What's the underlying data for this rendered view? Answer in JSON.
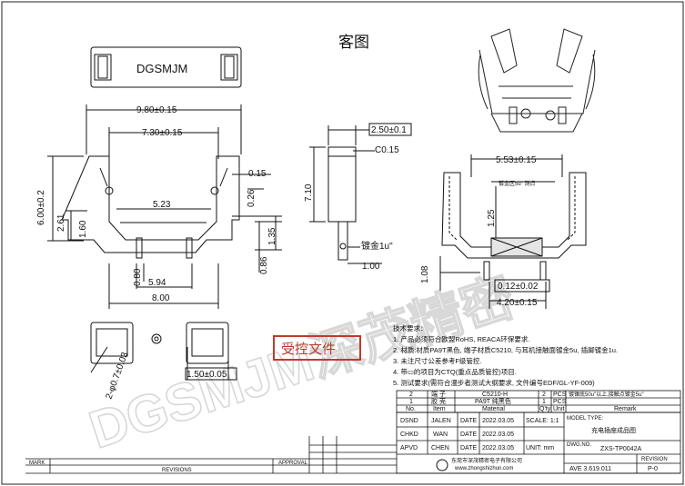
{
  "title": "客图",
  "part_label": "DGSMJM",
  "watermark": "DGSMJM深茂精密",
  "stamp": "受控文件",
  "dimensions": {
    "width_total": "9.80±0.15",
    "width_inner": "7.30±0.15",
    "width_mid": "5.23",
    "height_total": "6.00±0.2",
    "height_left": "2.61",
    "height_small": "1.60",
    "right_015": "0.15",
    "right_026": "0.26",
    "right_135": "1.35",
    "right_086": "0.86",
    "bottom_080": "0.80",
    "bottom_594": "5.94",
    "bottom_800": "8.00",
    "side_250": "2.50±0.1",
    "side_c015": "C0.15",
    "side_710": "7.10",
    "side_100": "1.00",
    "side_plating": "镀金1u\"",
    "sect_553": "5.53±0.15",
    "sect_125": "1.25",
    "sect_108": "1.08",
    "sect_012": "0.12±0.02",
    "sect_420": "4.20±0.15",
    "sect_plating": "镀金区5u\" 测点",
    "hole_diam": "2-φ0.7±0.03",
    "hole_150": "1.50±0.05"
  },
  "notes": {
    "heading": "技术要求：",
    "items": [
      "1. 产品必须符合欧盟RoHS, REACA环保要求.",
      "2. 材质:材质PA9T黑色, 端子材质C5210, 与耳机接触面镀金5u, 插脚镀金1u.",
      "3. 未注尺寸公差参考F级管控.",
      "4. 带▭的项目为CTQ(重点品质管控)项目.",
      "5. 测试要求(需符合漫步者测试大纲要求, 文件编号EDF/GL-YF-009)"
    ]
  },
  "bom": {
    "rows": [
      {
        "no": "2",
        "item": "端 子",
        "material": "C5210-H",
        "qty": "2",
        "unit": "PCS",
        "remark": "镀镍底50u\"以上,接触点镀金5u\""
      },
      {
        "no": "1",
        "item": "胶 壳",
        "material": "PA9T 纯黑色",
        "qty": "1",
        "unit": "PCS",
        "remark": ""
      }
    ],
    "header": {
      "no": "No.",
      "item": "Item",
      "material": "Material",
      "qty": "Q'ty",
      "unit": "Unit",
      "remark": "Remark"
    }
  },
  "title_block": {
    "dsnd_label": "DSND",
    "dsnd_name": "JALEN",
    "chkd_label": "CHKD",
    "chkd_name": "WAN",
    "apvd_label": "APVD",
    "apvd_name": "CHEN",
    "date_label": "DATE",
    "date_value": "2022.03.05",
    "scale": "SCALE: 1:1",
    "unit": "UNIT:  mm",
    "model_type_label": "MODEL TYPE:",
    "model_type": "充电插座成品图",
    "dwg_label": "DWG.NO.",
    "dwg_no": "ZXS-TP0042A",
    "doc_no": "AVE 3.619.011",
    "rev_label": "REVISION",
    "rev": "P-0",
    "company": "东莞市深茂精密电子有限公司",
    "website": "www.zhongshizhun.com"
  },
  "revisions": {
    "mark": "MARK",
    "revisions_label": "REVISIONS",
    "approval": "APPROVAL"
  }
}
